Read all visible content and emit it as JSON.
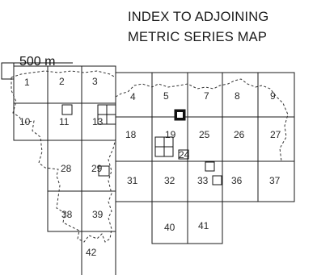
{
  "map": {
    "title_line1": "INDEX TO ADJOINING",
    "title_line2": "METRIC SERIES MAP",
    "scale_label": "500 m",
    "sheets": [
      "1",
      "2",
      "3",
      "4",
      "5",
      "7",
      "8",
      "9",
      "10",
      "11",
      "13",
      "18",
      "19",
      "25",
      "26",
      "27",
      "24",
      "28",
      "29",
      "31",
      "32",
      "33",
      "36",
      "37",
      "38",
      "39",
      "40",
      "41",
      "42"
    ]
  }
}
